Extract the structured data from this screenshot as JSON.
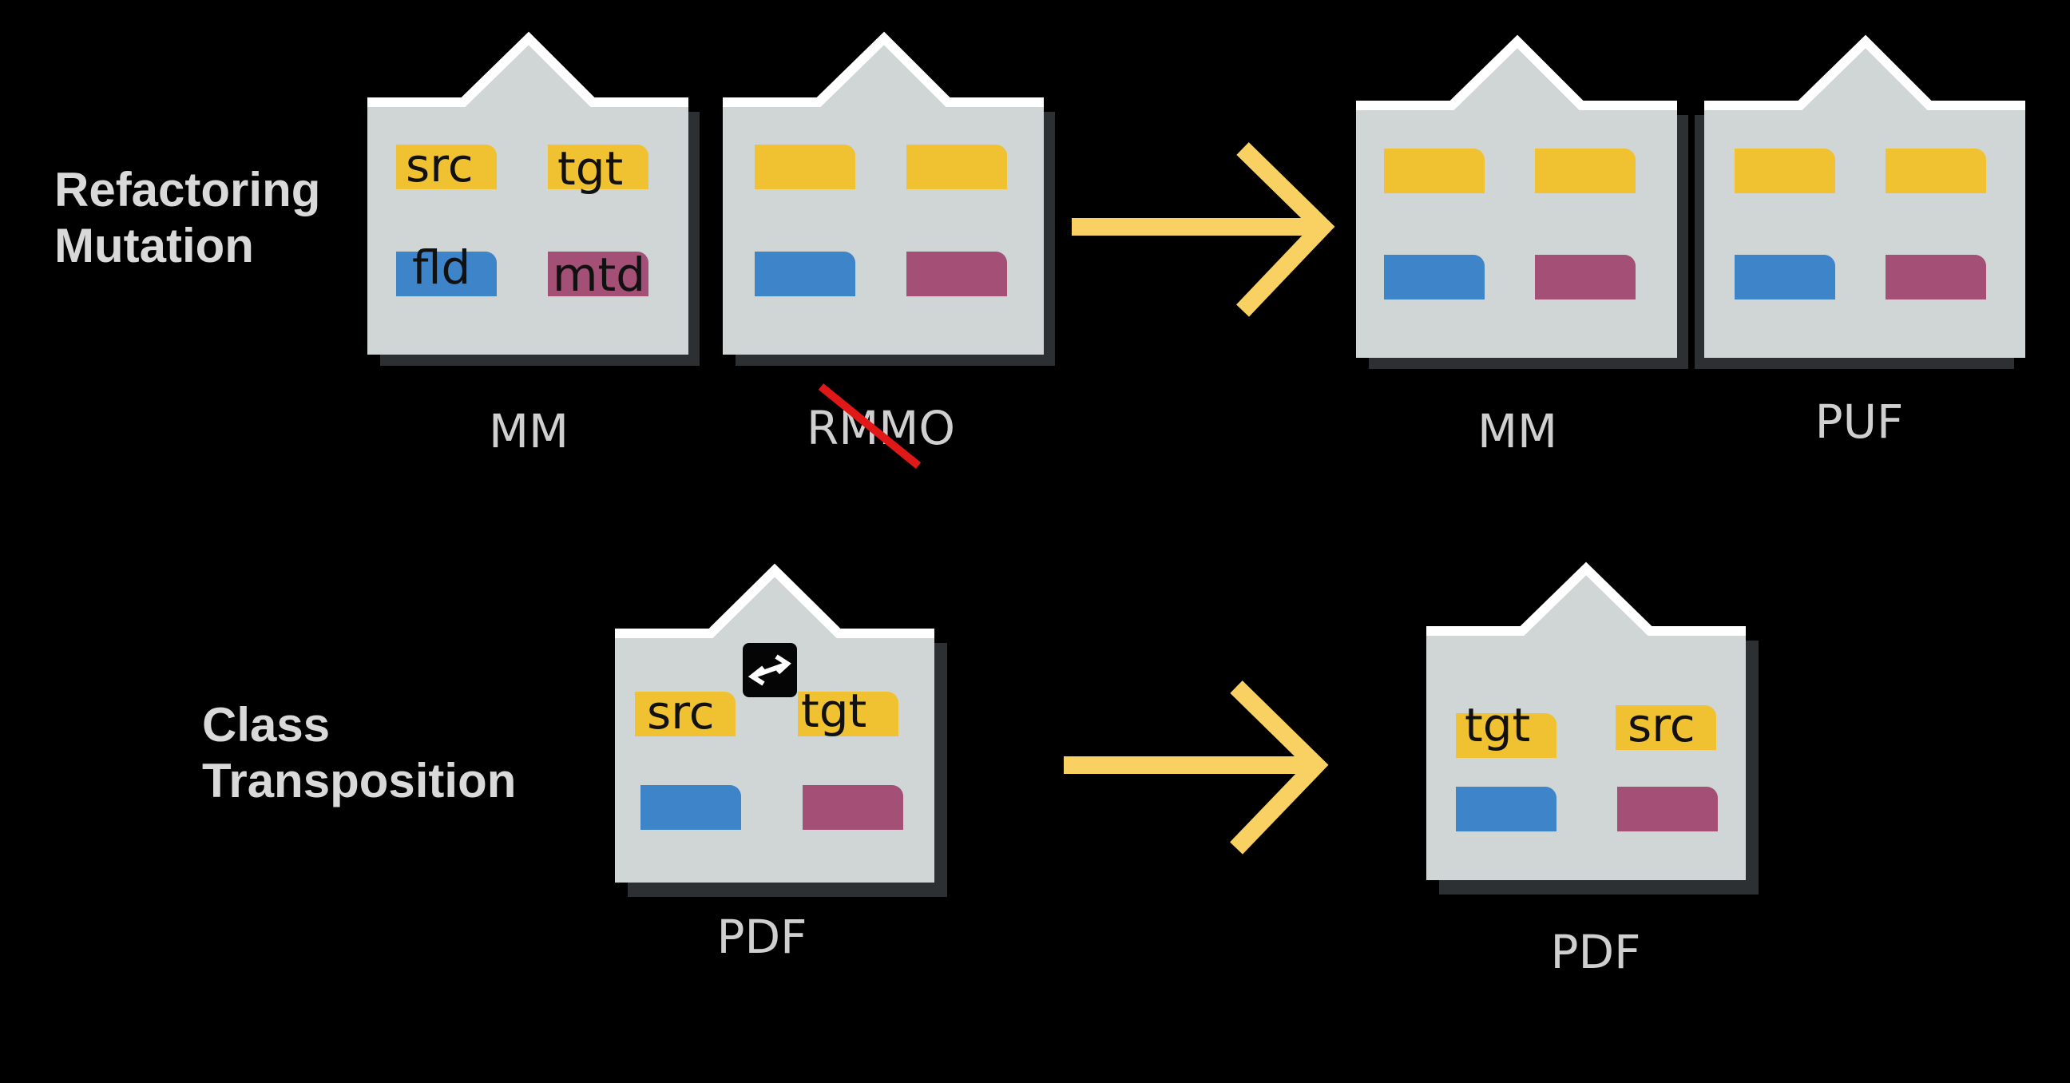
{
  "rows": [
    {
      "label_line1": "Refactoring",
      "label_line2": "Mutation"
    },
    {
      "label_line1": "Class",
      "label_line2": "Transposition"
    }
  ],
  "packages": {
    "mm_before": {
      "label": "MM",
      "chips": [
        "src",
        "tgt",
        "fld",
        "mtd"
      ]
    },
    "rmmo": {
      "label": "RMMO",
      "crossed_out": true
    },
    "mm_after": {
      "label": "MM"
    },
    "puf": {
      "label": "PUF"
    },
    "pdf_before": {
      "label": "PDF",
      "chips": [
        "src",
        "tgt"
      ],
      "swap_icon": "swap-arrows-icon"
    },
    "pdf_after": {
      "label": "PDF",
      "chips": [
        "tgt",
        "src"
      ]
    }
  },
  "arrows": [
    "right-arrow-icon",
    "right-arrow-icon"
  ],
  "colors": {
    "background": "#000000",
    "package_fill": "#d0d5d6",
    "package_shadow": "#2c3032",
    "package_roof": "#ffffff",
    "class_yellow": "#f0c232",
    "field_blue": "#3e84c8",
    "method_magenta": "#a34f76",
    "arrow": "#f9d162",
    "strike": "#e01818",
    "label_text": "#cfcfcf"
  }
}
